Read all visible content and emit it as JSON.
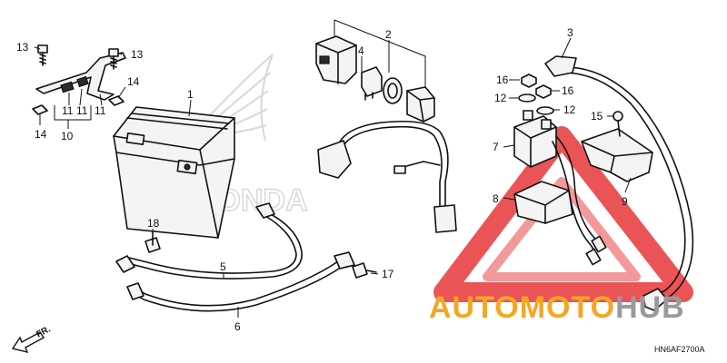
{
  "callouts": {
    "c1": "1",
    "c2": "2",
    "c3": "3",
    "c4": "4",
    "c5": "5",
    "c6": "6",
    "c7": "7",
    "c8": "8",
    "c9": "9",
    "c10": "10",
    "c11a": "11",
    "c11b": "11",
    "c11c": "11",
    "c12a": "12",
    "c12b": "12",
    "c13a": "13",
    "c13b": "13",
    "c14a": "14",
    "c14b": "14",
    "c15": "15",
    "c16a": "16",
    "c16b": "16",
    "c17": "17",
    "c18": "18"
  },
  "diagram_code": "HN6AF2700A",
  "direction_label": "FR.",
  "background_logo_text": "HONDA",
  "watermark": {
    "part1": "AUTOMOTO",
    "part2": "HUB",
    "color_orange": "#f5a623",
    "color_red": "#e8373a",
    "color_gray": "#9a9a9a"
  }
}
